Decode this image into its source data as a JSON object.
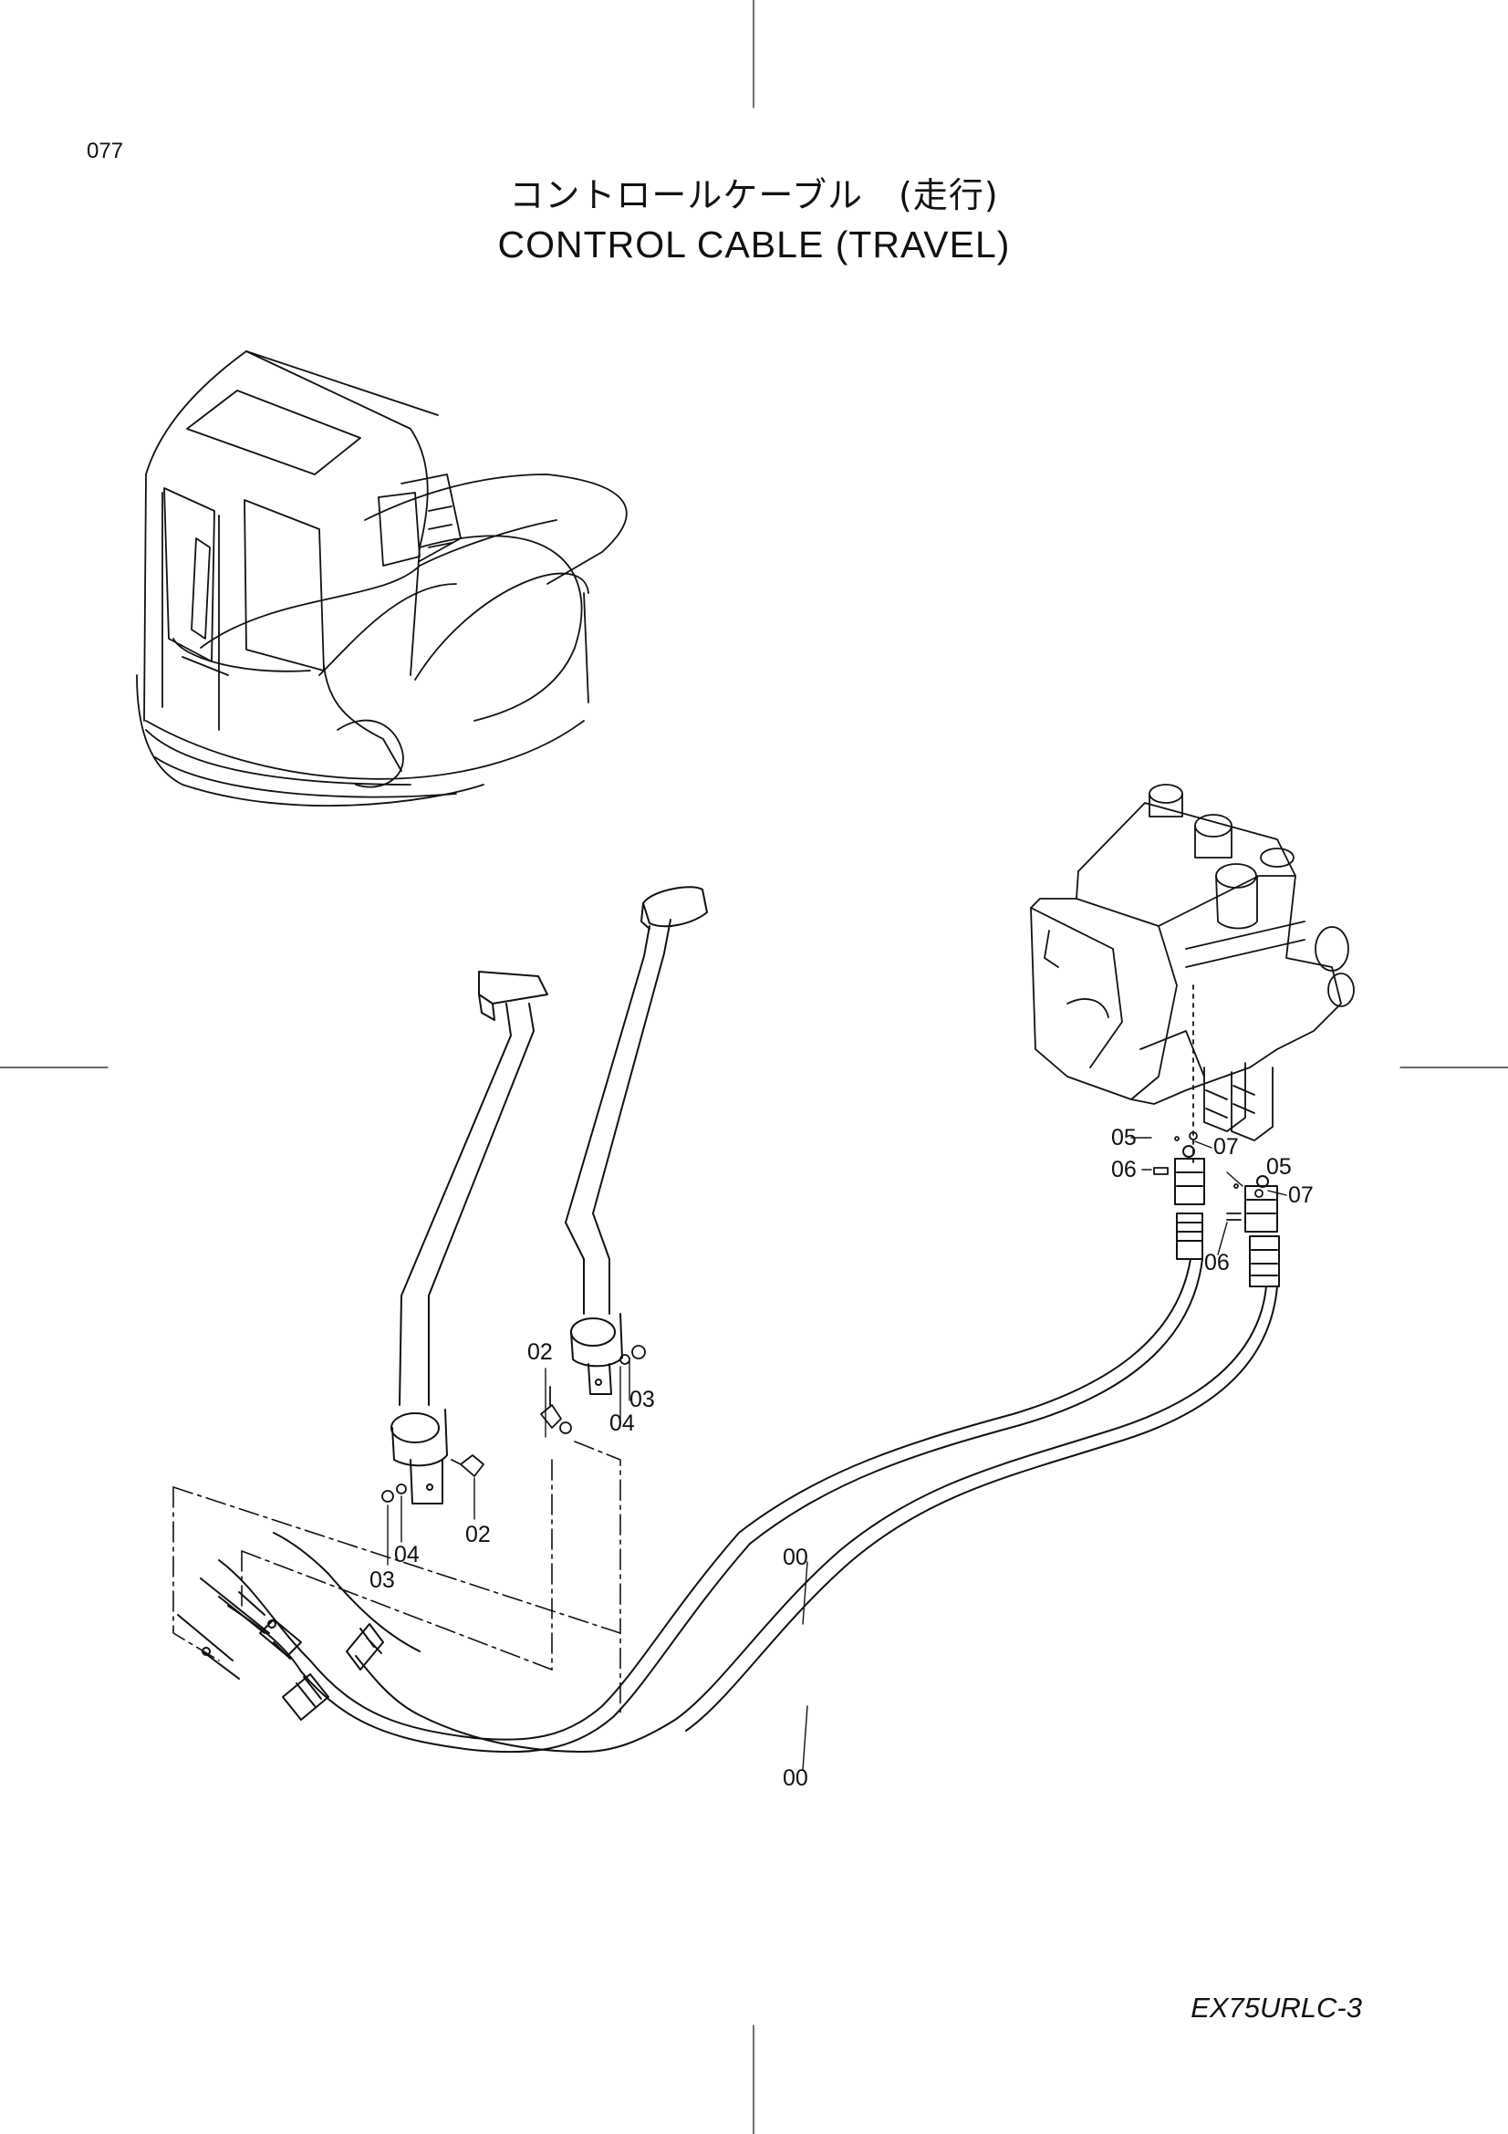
{
  "page_number": "077",
  "title": {
    "jp": "コントロールケーブル　(走行)",
    "en": "CONTROL  CABLE  (TRAVEL)"
  },
  "model_code": "EX75URLC-3",
  "callouts": {
    "c00_upper": "00",
    "c00_lower": "00",
    "c02_left": "02",
    "c02_right": "02",
    "c03_left": "03",
    "c03_right": "03",
    "c04_left": "04",
    "c04_right": "04",
    "c05_left": "05",
    "c05_right": "05",
    "c06_left": "06",
    "c06_right": "06",
    "c07_left": "07",
    "c07_right": "07"
  },
  "components": [
    "excavator-cab",
    "travel-lever-left",
    "travel-lever-right",
    "control-valve",
    "control-cable-left",
    "control-cable-right"
  ]
}
